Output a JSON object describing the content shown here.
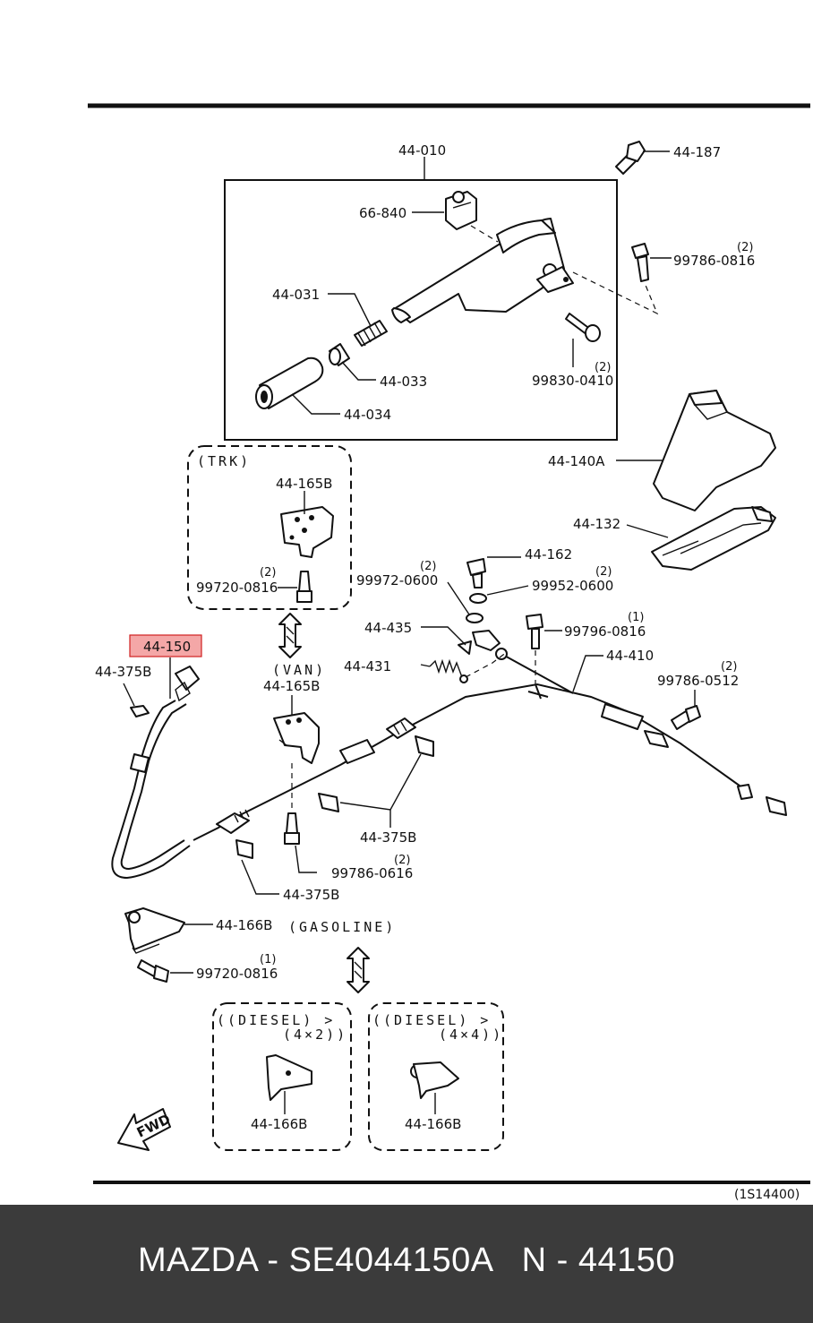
{
  "labels": {
    "l44010": "44-010",
    "l44187": "44-187",
    "l66840": "66-840",
    "l99786_0816": "99786-0816",
    "l44031": "44-031",
    "l44033": "44-033",
    "l44034": "44-034",
    "l99830_0410": "99830-0410",
    "l44140A": "44-140A",
    "l44132": "44-132",
    "l44165B_trk": "44-165B",
    "l99720_0816_trk": "99720-0816",
    "l44162": "44-162",
    "l99972_0600": "99972-0600",
    "l99952_0600": "99952-0600",
    "l44435": "44-435",
    "l99796_0816": "99796-0816",
    "l44150": "44-150",
    "l44375B_a": "44-375B",
    "l44431": "44-431",
    "l44410": "44-410",
    "l99786_0512": "99786-0512",
    "l44165B_van": "44-165B",
    "l44375B_b": "44-375B",
    "l99786_0616": "99786-0616",
    "l44375B_c": "44-375B",
    "l44166B_gas": "44-166B",
    "l99720_0816_gas": "99720-0816",
    "l44166B_d42": "44-166B",
    "l44166B_d44": "44-166B"
  },
  "quantities": {
    "q99786_0816": "(2)",
    "q99830_0410": "(2)",
    "q99720_0816_trk": "(2)",
    "q99972_0600": "(2)",
    "q99952_0600": "(2)",
    "q99796_0816": "(1)",
    "q99786_0512": "(2)",
    "q99786_0616": "(2)",
    "q99720_0816_gas": "(1)"
  },
  "groups": {
    "trk": "(TRK)",
    "van": "(VAN)",
    "gasoline": "(GASOLINE)",
    "diesel42_a": "((DIESEL) >",
    "diesel42_b": "(4×2))",
    "diesel44_a": "((DIESEL) >",
    "diesel44_b": "(4×4))"
  },
  "fwd": "FWD",
  "reference": "(1S14400)",
  "highlight_color": "#f08a8a",
  "footer": {
    "text": "MAZDA - SE4044150A   N - 44150"
  }
}
